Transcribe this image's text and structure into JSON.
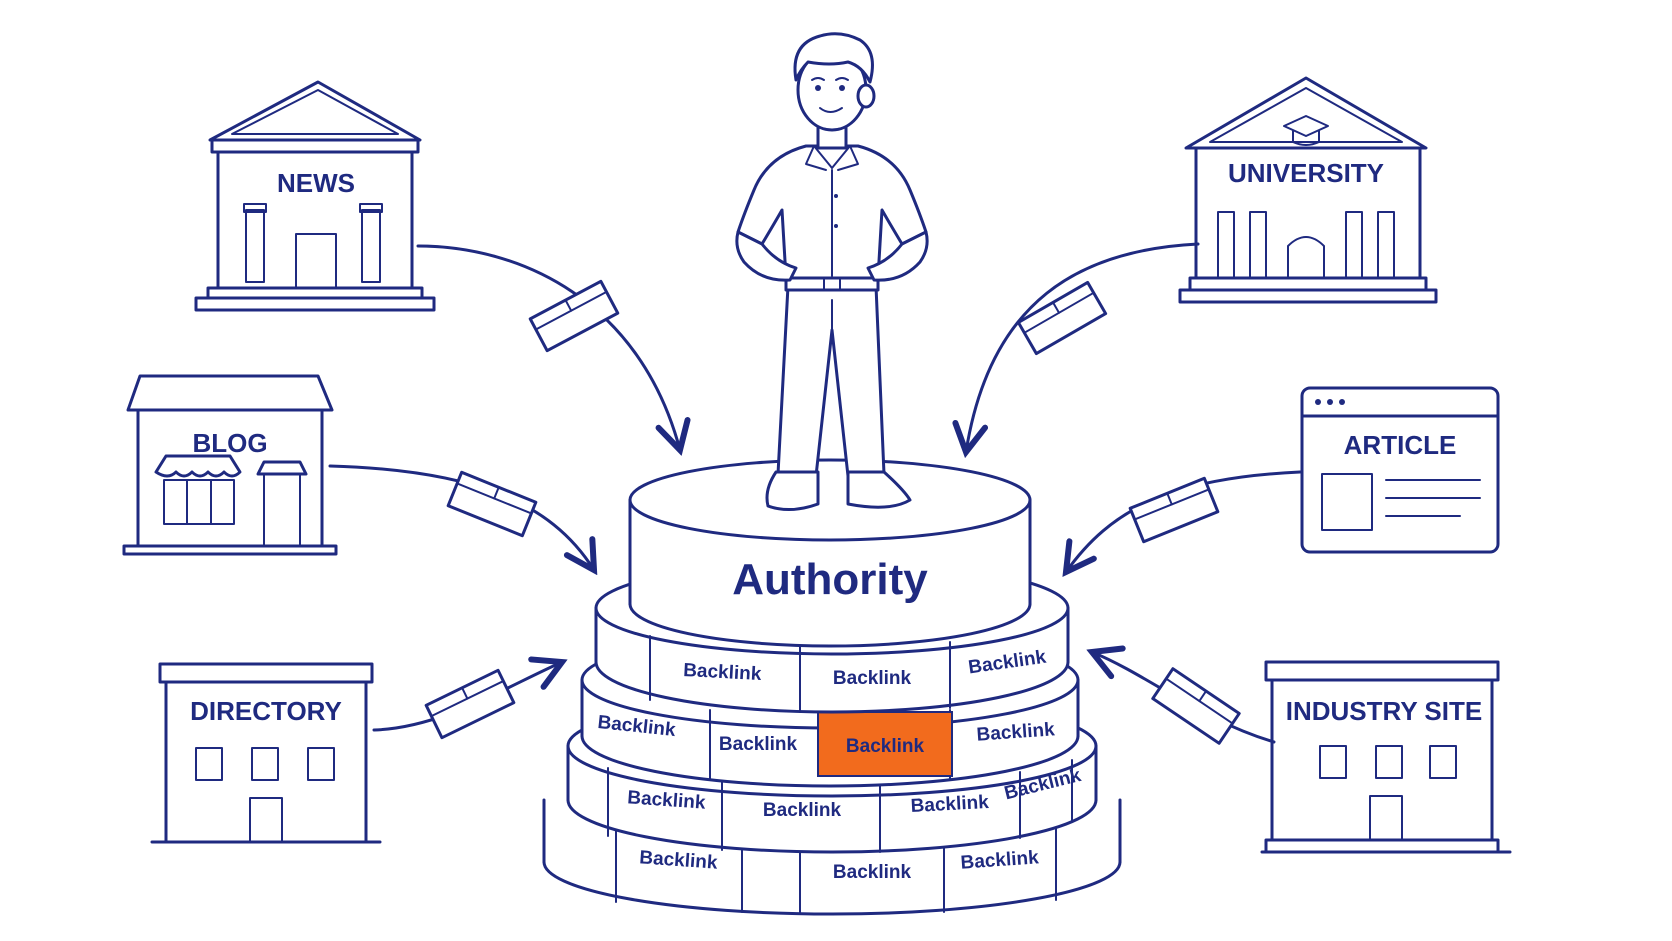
{
  "sources": {
    "news": "NEWS",
    "university": "UNIVERSITY",
    "blog": "BLOG",
    "article": "ARTICLE",
    "directory": "DIRECTORY",
    "industry_site": "INDUSTRY SITE"
  },
  "pedestal": {
    "title": "Authority",
    "brick_label": "Backlink",
    "highlight_color": "#f26b1d"
  },
  "colors": {
    "ink": "#1f2a80",
    "background": "#ffffff"
  }
}
